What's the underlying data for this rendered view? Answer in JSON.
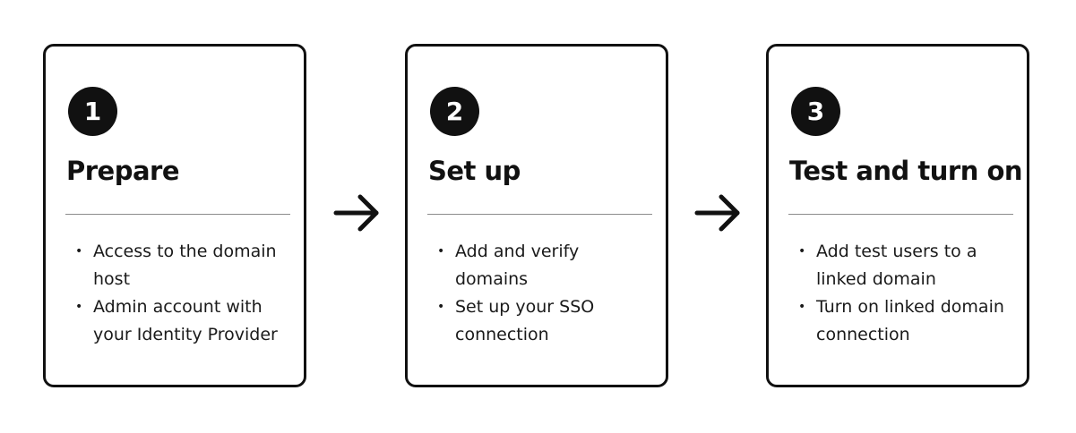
{
  "steps": [
    {
      "number": "1",
      "title": "Prepare",
      "items": [
        "Access to the domain host",
        "Admin account with your Identity Provider"
      ]
    },
    {
      "number": "2",
      "title": "Set up",
      "items": [
        "Add and verify domains",
        "Set up your SSO connection"
      ]
    },
    {
      "number": "3",
      "title": "Test and turn on",
      "items": [
        "Add test users to a linked domain",
        "Turn on linked domain connection"
      ]
    }
  ],
  "icons": {
    "bullet": "bullet-dot",
    "connector": "arrow-right-icon"
  },
  "colors": {
    "ink": "#111111",
    "divider": "#8c8c8c",
    "background": "#ffffff"
  }
}
